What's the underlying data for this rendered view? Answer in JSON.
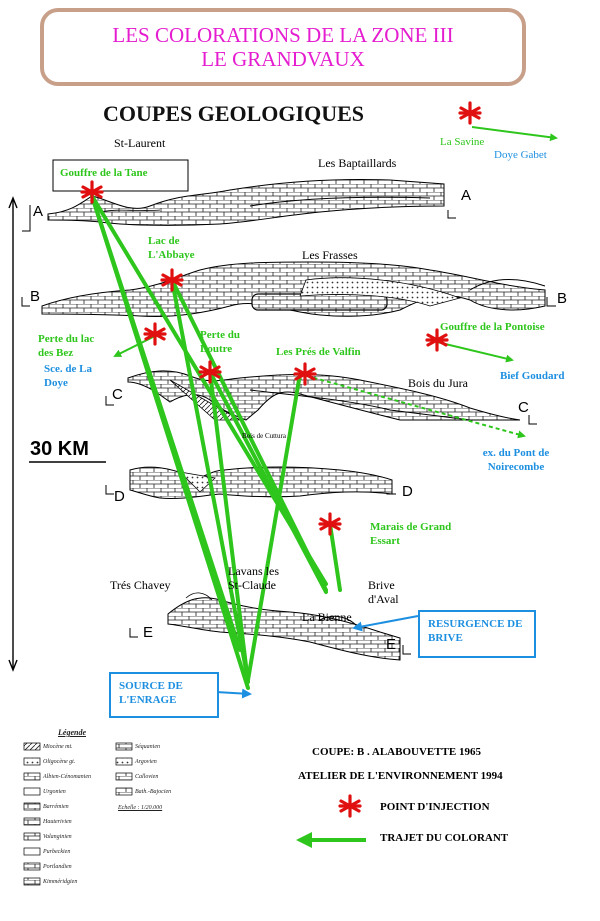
{
  "title": {
    "line1": "LES COLORATIONS DE LA ZONE III",
    "line2": "LE GRANDVAUX"
  },
  "heading": "COUPES GEOLOGIQUES",
  "scale_label": "30 KM",
  "top_legend": {
    "from": "La Savine",
    "to": "Doye Gabet"
  },
  "places": {
    "st_laurent": "St-Laurent",
    "les_baptaillards": "Les Baptaillards",
    "les_frasses": "Les Frasses",
    "bois_du_jura": "Bois du Jura",
    "bois_de_cuttura": "Bois de Cuttura",
    "tres_chavey": "Trés Chavey",
    "lavans": "Lavans les St-Claude",
    "brive_daval": "Brive d'Aval",
    "la_bienne": "La Bienne"
  },
  "injections": {
    "gouffre_tane": "Gouffre de la Tane",
    "lac_abbaye": "Lac de L'Abbaye",
    "perte_lac_bez": "Perte du lac des Bez",
    "perte_loutre": "Perte du Loutre",
    "pres_valfin": "Les Prés de Valfin",
    "gouffre_pontoise": "Gouffre de la Pontoise",
    "marais_grand_essart": "Marais de Grand Essart"
  },
  "outlets": {
    "sce_la_doye": "Sce. de La Doye",
    "bief_goudard": "Bief Goudard",
    "pont_noirecombe": "ex. du Pont de Noirecombe",
    "resurgence_brive": "RESURGENCE DE BRIVE",
    "source_enrage": "SOURCE DE L'ENRAGE"
  },
  "section_letters": [
    "A",
    "B",
    "C",
    "D",
    "E"
  ],
  "legend": {
    "title": "Légende",
    "items_left": [
      "Miocène mt.",
      "Oligocène gt.",
      "Albien-Cénomanien",
      "Urgonien",
      "Barrémien",
      "Hauterivien",
      "Valanginien",
      "Purbeckien",
      "Portlandien",
      "Kimméridgien"
    ],
    "items_right": [
      "Séquanien",
      "Argovien",
      "Callovien",
      "Bath.-Bajocien"
    ],
    "scale": "Echelle : 1/20.000"
  },
  "credits": {
    "coupe": "COUPE: B . ALABOUVETTE 1965",
    "atelier": "ATELIER DE L'ENVIRONNEMENT 1994",
    "point_injection": "POINT D'INJECTION",
    "trajet": "TRAJET DU COLORANT"
  },
  "colors": {
    "title": "#e51dd0",
    "green": "#2ec61c",
    "blue": "#1d8fe0",
    "injection": "#e01010",
    "frame": "#c8a08a"
  }
}
